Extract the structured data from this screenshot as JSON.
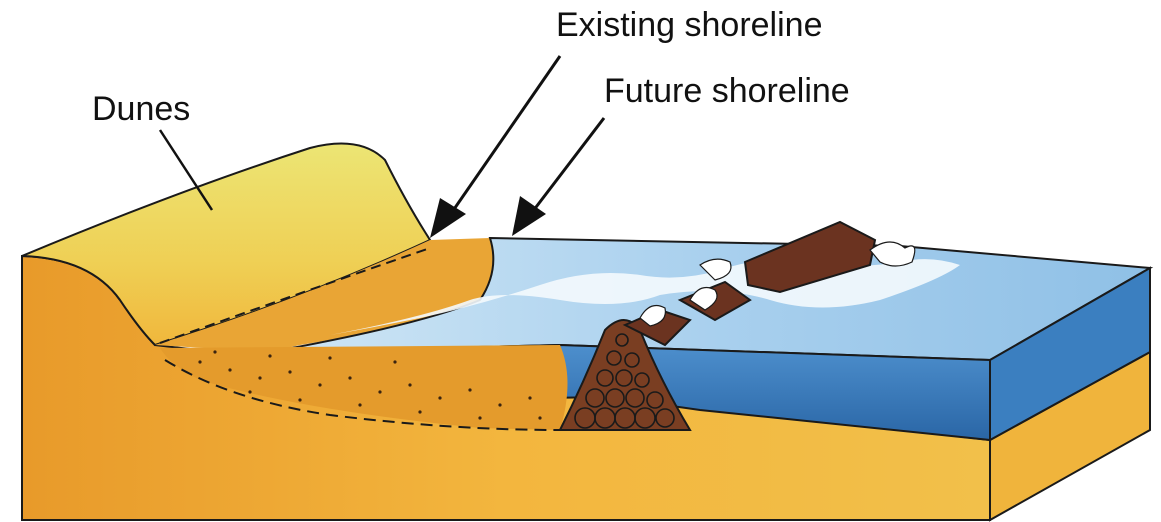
{
  "labels": {
    "existing_shoreline": "Existing shoreline",
    "future_shoreline": "Future shoreline",
    "dunes": "Dunes"
  },
  "colors": {
    "sand": "#f2b43a",
    "sand_light": "#f6cf5e",
    "sand_dark": "#d98f1f",
    "dune_top": "#e9e27a",
    "water_surface": "#b9dbf1",
    "water_side": "#3f82c2",
    "water_deep": "#2a67a8",
    "structure": "#6b3320",
    "outline": "#1a1a1a"
  }
}
